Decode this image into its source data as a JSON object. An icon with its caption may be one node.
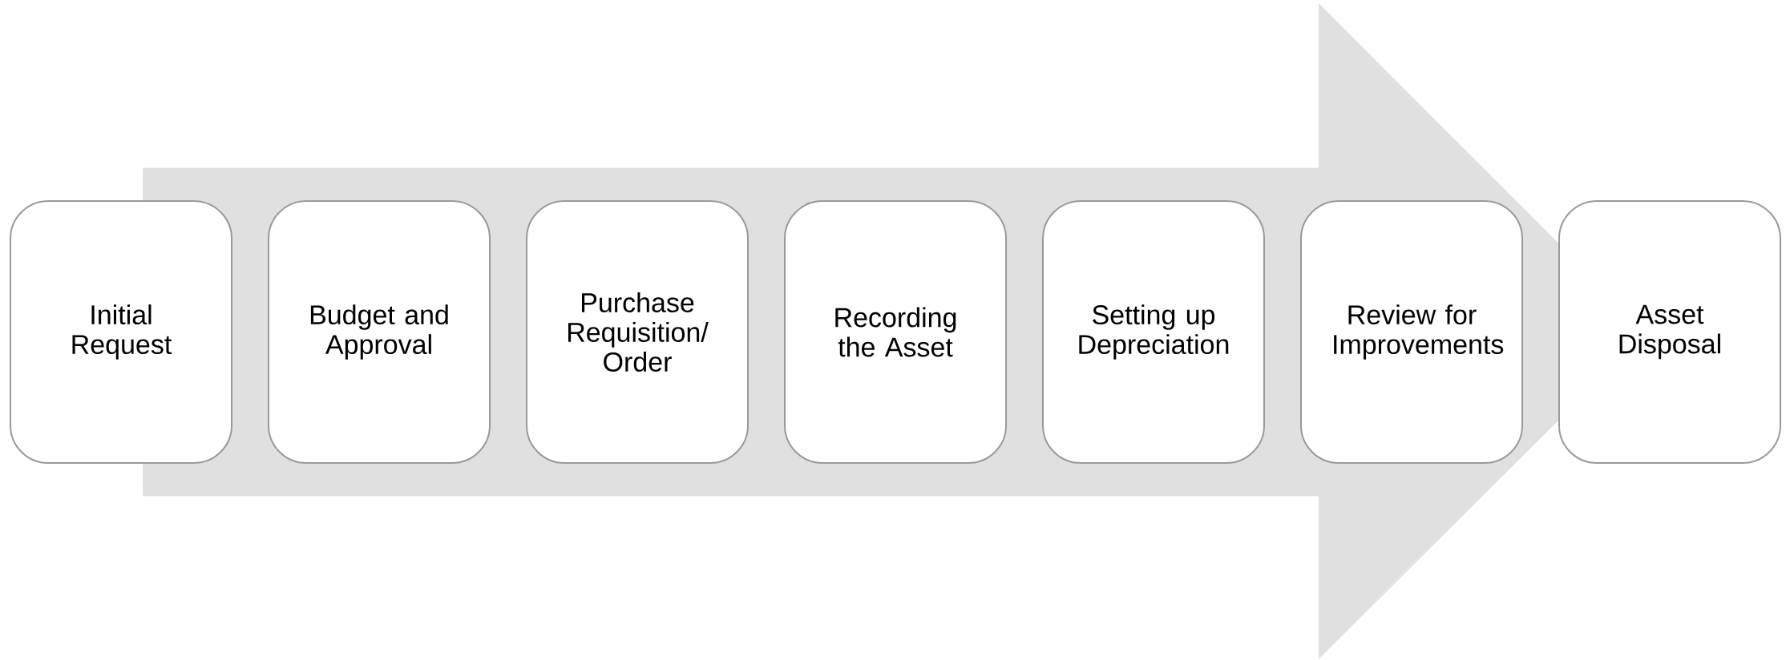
{
  "diagram": {
    "nodes": [
      {
        "text": [
          "Initial Request"
        ]
      },
      {
        "text": [
          "Budget and Approval"
        ]
      },
      {
        "text": [
          "Purchase Requisition/ Order"
        ]
      },
      {
        "text": [
          "Recording the Asset"
        ]
      },
      {
        "text": [
          "Setting up Depreciation"
        ]
      },
      {
        "text": [
          "Review for Improvements"
        ]
      },
      {
        "text": [
          "Asset Disposal"
        ]
      }
    ],
    "edges": [
      {
        "from": 0,
        "to": 6,
        "arrow": "to",
        "style": "thick"
      }
    ]
  }
}
